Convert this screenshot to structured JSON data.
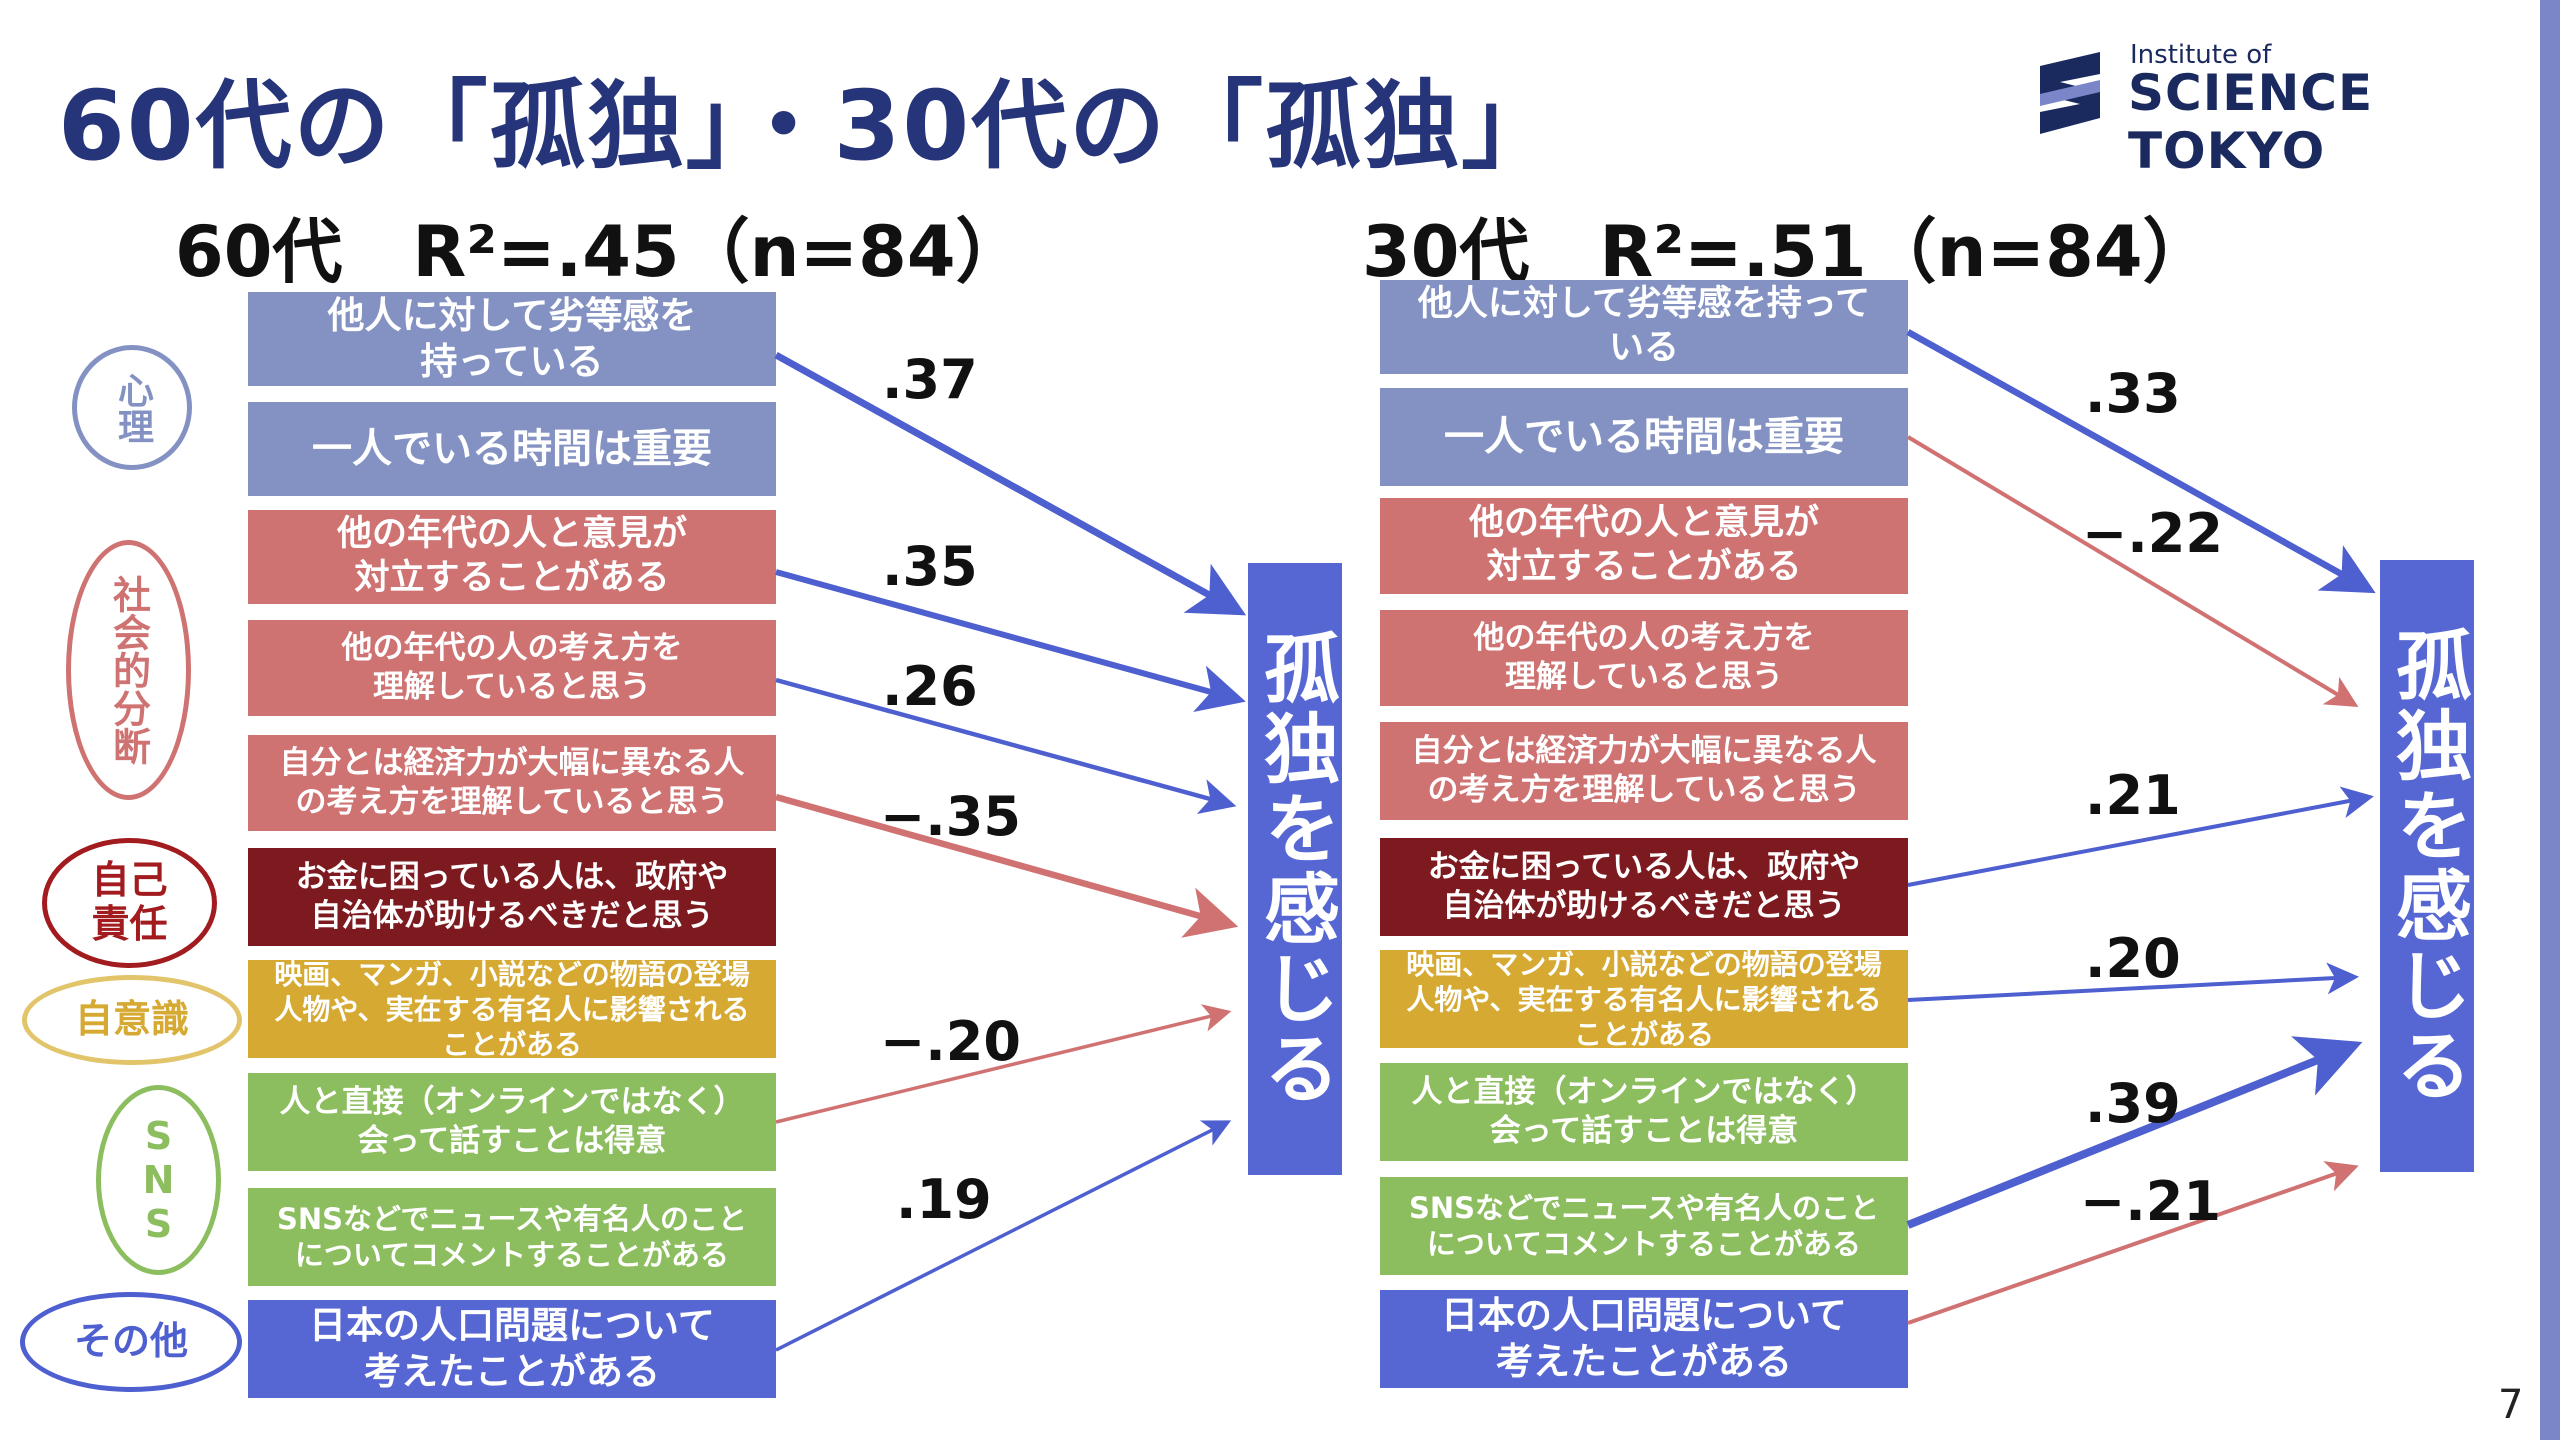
{
  "title": "60代の「孤独」・30代の「孤独」",
  "logo": {
    "line1": "Institute of",
    "line2": "SCIENCE TOKYO"
  },
  "page_number": "7",
  "colors": {
    "blue": "#5667d4",
    "blue_light": "#8392c2",
    "pink": "#cf7272",
    "dark_red": "#7d1a1f",
    "yellow": "#d6a932",
    "green": "#8cbd5e",
    "arrow_blue": "#4e5fd0",
    "arrow_red": "#d17272"
  },
  "categories": [
    {
      "label": "心理",
      "color": "#8392c2"
    },
    {
      "label": "社会的分断",
      "color": "#cf7272"
    },
    {
      "label": "自己\n責任",
      "color": "#a11b1f"
    },
    {
      "label": "自意識",
      "color": "#e2c56a"
    },
    {
      "label": "SNS",
      "color": "#8cbd5e"
    },
    {
      "label": "その他",
      "color": "#4e5fd0"
    }
  ],
  "target_label": "孤独を感じる",
  "left": {
    "title": "60代　R²=.45（n=84）",
    "coefficients": [
      ".37",
      ".35",
      ".26",
      "−.35",
      "−.20",
      ".19"
    ]
  },
  "right": {
    "title": "30代　R²=.51（n=84）",
    "coefficients": [
      ".33",
      "−.22",
      ".21",
      ".20",
      ".39",
      "−.21"
    ]
  },
  "items": [
    {
      "label": "他人に対して劣等感を\n持っている",
      "label_right": "他人に対して劣等感を持って\nいる",
      "color": "#8392c2"
    },
    {
      "label": "一人でいる時間は重要",
      "label_right": "一人でいる時間は重要",
      "color": "#8392c2"
    },
    {
      "label": "他の年代の人と意見が\n対立することがある",
      "label_right": "他の年代の人と意見が\n対立することがある",
      "color": "#cf7272"
    },
    {
      "label": "他の年代の人の考え方を\n理解していると思う",
      "label_right": "他の年代の人の考え方を\n理解していると思う",
      "color": "#cf7272"
    },
    {
      "label": "自分とは経済力が大幅に異なる人\nの考え方を理解していると思う",
      "label_right": "自分とは経済力が大幅に異なる人\nの考え方を理解していると思う",
      "color": "#cf7272"
    },
    {
      "label": "お金に困っている人は、政府や\n自治体が助けるべきだと思う",
      "label_right": "お金に困っている人は、政府や\n自治体が助けるべきだと思う",
      "color": "#7d1a1f"
    },
    {
      "label": "映画、マンガ、小説などの物語の登場\n人物や、実在する有名人に影響される\nことがある",
      "label_right": "映画、マンガ、小説などの物語の登場\n人物や、実在する有名人に影響される\nことがある",
      "color": "#d6a932"
    },
    {
      "label": "人と直接（オンラインではなく）\n会って話すことは得意",
      "label_right": "人と直接（オンラインではなく）\n会って話すことは得意",
      "color": "#8cbd5e"
    },
    {
      "label": "SNSなどでニュースや有名人のこと\nについてコメントすることがある",
      "label_right": "SNSなどでニュースや有名人のこと\nについてコメントすることがある",
      "color": "#8cbd5e"
    },
    {
      "label": "日本の人口問題について\n考えたことがある",
      "label_right": "日本の人口問題について\n考えたことがある",
      "color": "#5667d4"
    }
  ]
}
